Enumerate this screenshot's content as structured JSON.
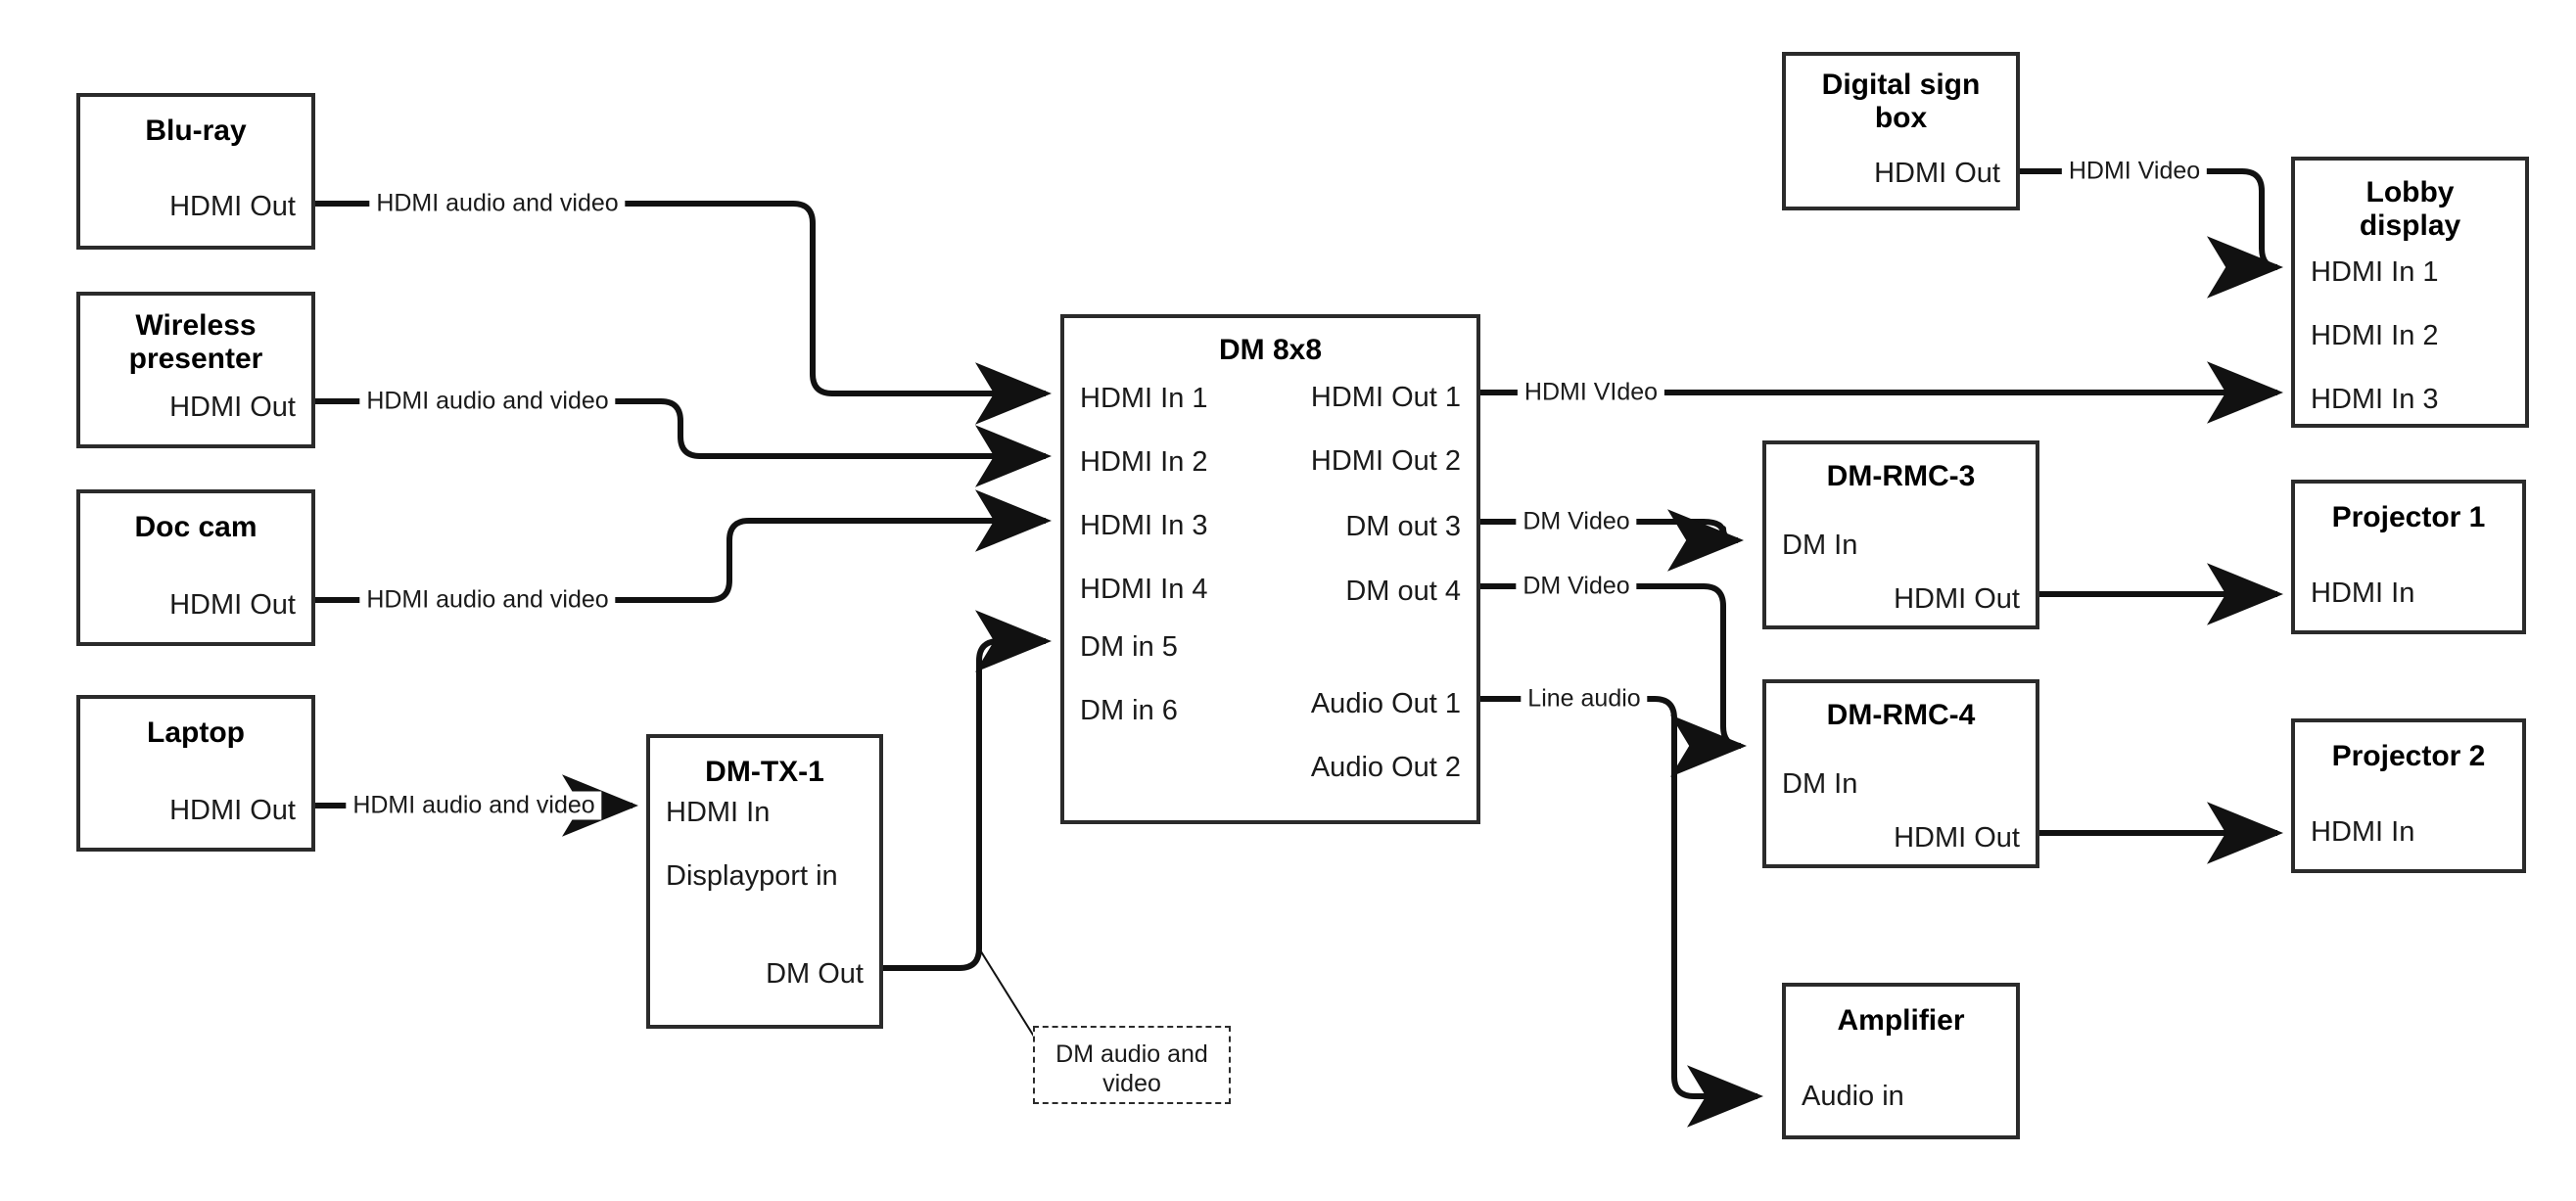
{
  "diagram": {
    "title": "AV signal routing diagram",
    "stroke_color": "#2b2b2b",
    "text_color": "#1a1a1a",
    "background": "#ffffff"
  },
  "nodes": [
    {
      "id": "blu-ray",
      "title": "Blu-ray",
      "ports": [
        {
          "label": "HDMI Out",
          "side": "right"
        }
      ]
    },
    {
      "id": "wireless-presenter",
      "title": "Wireless\npresenter",
      "ports": [
        {
          "label": "HDMI Out",
          "side": "right"
        }
      ]
    },
    {
      "id": "doc-cam",
      "title": "Doc cam",
      "ports": [
        {
          "label": "HDMI Out",
          "side": "right"
        }
      ]
    },
    {
      "id": "laptop",
      "title": "Laptop",
      "ports": [
        {
          "label": "HDMI Out",
          "side": "right"
        }
      ]
    },
    {
      "id": "dm-tx-1",
      "title": "DM-TX-1",
      "ports": [
        {
          "label": "HDMI In",
          "side": "left"
        },
        {
          "label": "Displayport in",
          "side": "left"
        },
        {
          "label": "DM Out",
          "side": "right"
        }
      ]
    },
    {
      "id": "dm-8x8",
      "title": "DM 8x8",
      "ports": [
        {
          "label": "HDMI In 1",
          "side": "left"
        },
        {
          "label": "HDMI In 2",
          "side": "left"
        },
        {
          "label": "HDMI In 3",
          "side": "left"
        },
        {
          "label": "HDMI In 4",
          "side": "left"
        },
        {
          "label": "DM in 5",
          "side": "left"
        },
        {
          "label": "DM in 6",
          "side": "left"
        },
        {
          "label": "HDMI Out 1",
          "side": "right"
        },
        {
          "label": "HDMI Out 2",
          "side": "right"
        },
        {
          "label": "DM out 3",
          "side": "right"
        },
        {
          "label": "DM out 4",
          "side": "right"
        },
        {
          "label": "Audio Out 1",
          "side": "right"
        },
        {
          "label": "Audio Out 2",
          "side": "right"
        }
      ]
    },
    {
      "id": "digital-sign-box",
      "title": "Digital sign\nbox",
      "ports": [
        {
          "label": "HDMI Out",
          "side": "right"
        }
      ]
    },
    {
      "id": "lobby-display",
      "title": "Lobby\ndisplay",
      "ports": [
        {
          "label": "HDMI In 1",
          "side": "left"
        },
        {
          "label": "HDMI In 2",
          "side": "left"
        },
        {
          "label": "HDMI In 3",
          "side": "left"
        }
      ]
    },
    {
      "id": "dm-rmc-3",
      "title": "DM-RMC-3",
      "ports": [
        {
          "label": "DM In",
          "side": "left"
        },
        {
          "label": "HDMI Out",
          "side": "right"
        }
      ]
    },
    {
      "id": "dm-rmc-4",
      "title": "DM-RMC-4",
      "ports": [
        {
          "label": "DM In",
          "side": "left"
        },
        {
          "label": "HDMI Out",
          "side": "right"
        }
      ]
    },
    {
      "id": "projector-1",
      "title": "Projector 1",
      "ports": [
        {
          "label": "HDMI In",
          "side": "left"
        }
      ]
    },
    {
      "id": "projector-2",
      "title": "Projector 2",
      "ports": [
        {
          "label": "HDMI In",
          "side": "left"
        }
      ]
    },
    {
      "id": "amplifier",
      "title": "Amplifier",
      "ports": [
        {
          "label": "Audio in",
          "side": "left"
        }
      ]
    }
  ],
  "annotations": [
    {
      "id": "dm-audio-video-note",
      "text": "DM audio and\nvideo",
      "style": "dashed-callout"
    }
  ],
  "connections": [
    {
      "id": "bluray-to-dm-in1",
      "from": "blu-ray / HDMI Out",
      "to": "dm-8x8 / HDMI In 1",
      "label": "HDMI audio and video"
    },
    {
      "id": "wireless-to-dm-in2",
      "from": "wireless-presenter / HDMI Out",
      "to": "dm-8x8 / HDMI In 2",
      "label": "HDMI audio and video"
    },
    {
      "id": "doccam-to-dm-in3",
      "from": "doc-cam / HDMI Out",
      "to": "dm-8x8 / HDMI In 3",
      "label": "HDMI audio and video"
    },
    {
      "id": "laptop-to-tx",
      "from": "laptop / HDMI Out",
      "to": "dm-tx-1 / HDMI In",
      "label": "HDMI audio and video"
    },
    {
      "id": "tx-to-dm-in5",
      "from": "dm-tx-1 / DM Out",
      "to": "dm-8x8 / DM in 5",
      "label": "DM audio and video"
    },
    {
      "id": "dm-out1-to-lobby3",
      "from": "dm-8x8 / HDMI Out 1",
      "to": "lobby-display / HDMI In 3",
      "label": "HDMI VIdeo"
    },
    {
      "id": "sign-to-lobby1",
      "from": "digital-sign-box / HDMI Out",
      "to": "lobby-display / HDMI In 1",
      "label": "HDMI Video"
    },
    {
      "id": "dm-out3-to-rmc3",
      "from": "dm-8x8 / DM out 3",
      "to": "dm-rmc-3 / DM In",
      "label": "DM Video"
    },
    {
      "id": "dm-out4-to-rmc4",
      "from": "dm-8x8 / DM out 4",
      "to": "dm-rmc-4 / DM In",
      "label": "DM Video"
    },
    {
      "id": "audio-out1-to-amp",
      "from": "dm-8x8 / Audio Out 1",
      "to": "amplifier / Audio in",
      "label": "Line audio"
    },
    {
      "id": "rmc3-to-proj1",
      "from": "dm-rmc-3 / HDMI Out",
      "to": "projector-1 / HDMI In",
      "label": ""
    },
    {
      "id": "rmc4-to-proj2",
      "from": "dm-rmc-4 / HDMI Out",
      "to": "projector-2 / HDMI In",
      "label": ""
    }
  ],
  "wire_labels": {
    "bluray": "HDMI audio and video",
    "wireless": "HDMI audio and video",
    "doccam": "HDMI audio and video",
    "laptop": "HDMI audio and video",
    "hdmi_video_out1": "HDMI VIdeo",
    "hdmi_video_sign": "HDMI Video",
    "dm_video_3": "DM Video",
    "dm_video_4": "DM Video",
    "line_audio": "Line audio"
  }
}
